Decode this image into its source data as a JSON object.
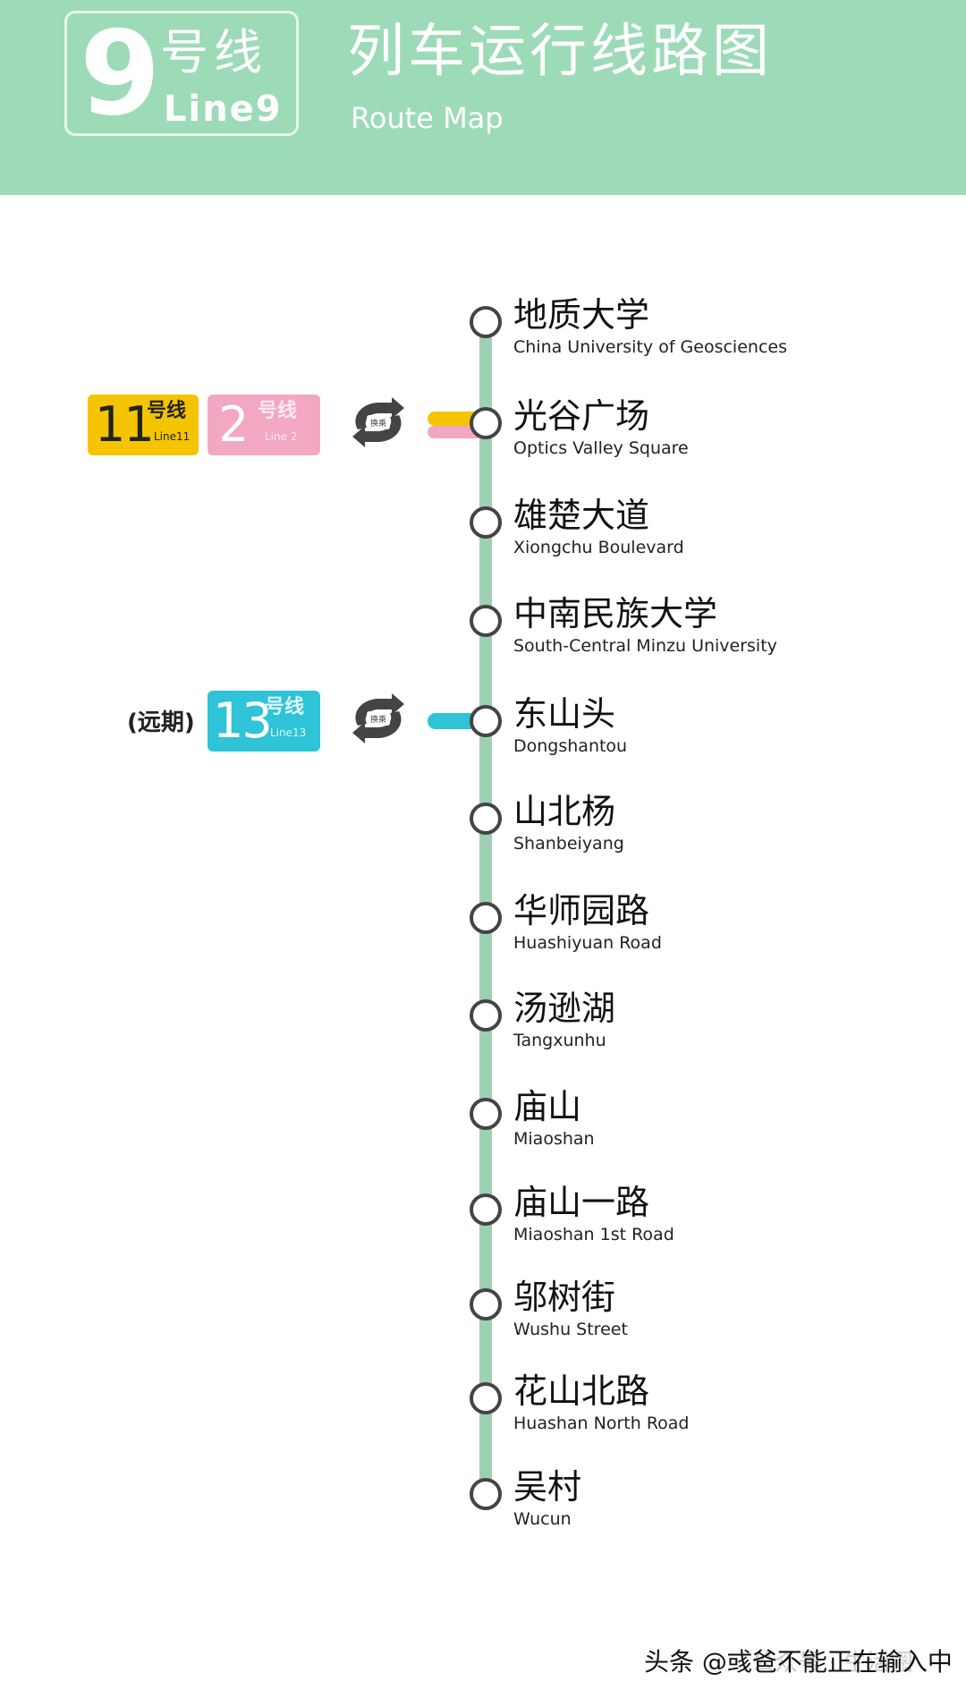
{
  "header": {
    "line_number": "9",
    "line_cn": "号线",
    "line_en": "Line9",
    "title_cn": "列车运行线路图",
    "title_en": "Route Map",
    "bg_color": "#9ddbb8"
  },
  "stations": [
    {
      "cn": "地质大学",
      "en": "China University of Geosciences"
    },
    {
      "cn": "光谷广场",
      "en": "Optics Valley Square"
    },
    {
      "cn": "雄楚大道",
      "en": "Xiongchu Boulevard"
    },
    {
      "cn": "中南民族大学",
      "en": "South-Central Minzu University"
    },
    {
      "cn": "东山头",
      "en": "Dongshantou"
    },
    {
      "cn": "山北杨",
      "en": "Shanbeiyang"
    },
    {
      "cn": "华师园路",
      "en": "Huashiyuan Road"
    },
    {
      "cn": "汤逊湖",
      "en": "Tangxunhu"
    },
    {
      "cn": "庙山",
      "en": "Miaoshan"
    },
    {
      "cn": "庙山一路",
      "en": "Miaoshan 1st Road"
    },
    {
      "cn": "邬树街",
      "en": "Wushu Street"
    },
    {
      "cn": "花山北路",
      "en": "Huashan North Road"
    },
    {
      "cn": "吴村",
      "en": "Wucun"
    }
  ],
  "transfers": {
    "line11": {
      "num": "11",
      "cn": "号线",
      "en": "Line11",
      "color": "#f5c400"
    },
    "line2": {
      "num": "2",
      "cn": "号线",
      "en": "Line 2",
      "color": "#f2a7c3"
    },
    "line13": {
      "num": "13",
      "cn": "号线",
      "en": "Line13",
      "color": "#2ec3d6"
    },
    "line13_note": "(远期)",
    "transfer_icon_label": "换乘"
  },
  "colors": {
    "route_line": "#9ed0b4",
    "station_stroke": "#444444"
  },
  "footer": {
    "source": "头条 @彧爸不能正在输入中",
    "watermark": "公众号 · 生活圈"
  }
}
